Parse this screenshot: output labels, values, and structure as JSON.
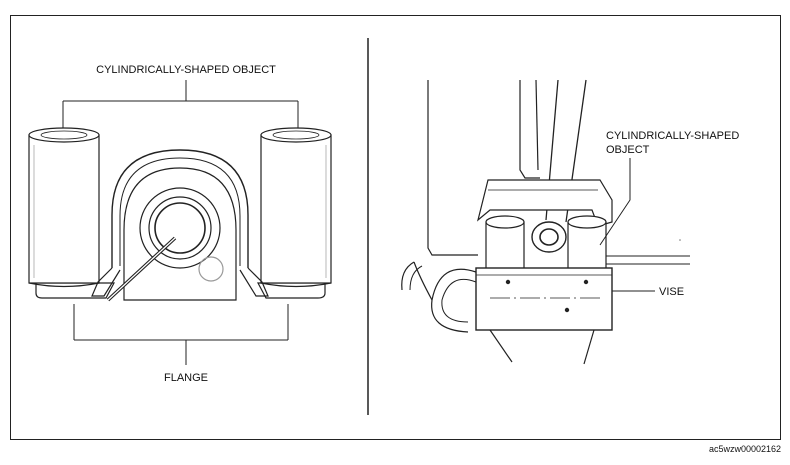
{
  "left_panel": {
    "top_label": "CYLINDRICALLY-SHAPED OBJECT",
    "bottom_label": "FLANGE"
  },
  "right_panel": {
    "label_line1": "CYLINDRICALLY-SHAPED",
    "label_line2": "OBJECT",
    "vise_label": "VISE"
  },
  "figure_code": "ac5wzw00002162"
}
